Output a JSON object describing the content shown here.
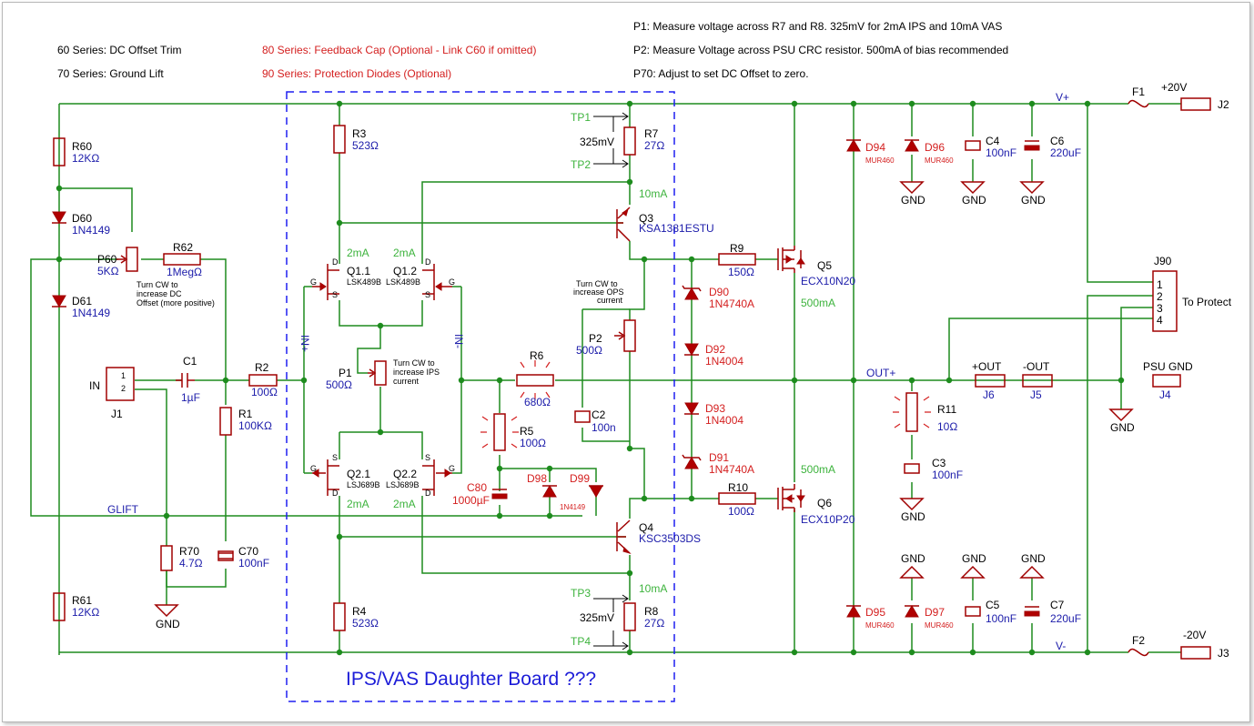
{
  "notes": {
    "series_60": "60 Series:  DC Offset Trim",
    "series_70": "70 Series:  Ground Lift",
    "series_80": "80 Series:  Feedback Cap (Optional - Link C60 if omitted)",
    "series_90": "90 Series:  Protection Diodes (Optional)",
    "p1_note": "P1: Measure voltage across R7 and R8.  325mV for 2mA IPS and 10mA VAS",
    "p2_note": "P2: Measure Voltage across PSU CRC resistor.  500mA of bias recommended",
    "p70_note": "P70: Adjust to set DC Offset to zero."
  },
  "board_title": "IPS/VAS Daughter Board ???",
  "components": {
    "R60": {
      "ref": "R60",
      "value": "12KΩ"
    },
    "D60": {
      "ref": "D60",
      "value": "1N4149"
    },
    "P60": {
      "ref": "P60",
      "value": "5KΩ",
      "note1": "Turn CW to",
      "note2": "increase DC",
      "note3": "Offset (more positive)"
    },
    "R62": {
      "ref": "R62",
      "value": "1MegΩ"
    },
    "D61": {
      "ref": "D61",
      "value": "1N4149"
    },
    "R61": {
      "ref": "R61",
      "value": "12KΩ"
    },
    "J1": {
      "ref": "J1",
      "label": "IN",
      "pin1": "1",
      "pin2": "2"
    },
    "C1": {
      "ref": "C1",
      "value": "1µF"
    },
    "R2": {
      "ref": "R2",
      "value": "100Ω"
    },
    "R1": {
      "ref": "R1",
      "value": "100KΩ"
    },
    "R70": {
      "ref": "R70",
      "value": "4.7Ω"
    },
    "C70": {
      "ref": "C70",
      "value": "100nF"
    },
    "R3": {
      "ref": "R3",
      "value": "523Ω"
    },
    "R4": {
      "ref": "R4",
      "value": "523Ω"
    },
    "Q11": {
      "ref": "Q1.1",
      "part": "LSK489B",
      "current": "2mA"
    },
    "Q12": {
      "ref": "Q1.2",
      "part": "LSK489B",
      "current": "2mA"
    },
    "Q21": {
      "ref": "Q2.1",
      "part": "LSJ689B",
      "current": "2mA"
    },
    "Q22": {
      "ref": "Q2.2",
      "part": "LSJ689B",
      "current": "2mA"
    },
    "P1": {
      "ref": "P1",
      "value": "500Ω",
      "note1": "Turn CW to",
      "note2": "increase IPS",
      "note3": "current"
    },
    "R6": {
      "ref": "R6",
      "value": "680Ω"
    },
    "R5": {
      "ref": "R5",
      "value": "100Ω"
    },
    "C80": {
      "ref": "C80",
      "value": "1000µF"
    },
    "D98": {
      "ref": "D98"
    },
    "D99": {
      "ref": "D99",
      "value": "1N4149"
    },
    "R7": {
      "ref": "R7",
      "value": "27Ω"
    },
    "R8": {
      "ref": "R8",
      "value": "27Ω"
    },
    "Q3": {
      "ref": "Q3",
      "part": "KSA1381ESTU",
      "current": "10mA"
    },
    "Q4": {
      "ref": "Q4",
      "part": "KSC3503DS",
      "current": "10mA"
    },
    "P2": {
      "ref": "P2",
      "value": "500Ω",
      "note1": "Turn CW to",
      "note2": "increase OPS",
      "note3": "current"
    },
    "C2": {
      "ref": "C2",
      "value": "100n"
    },
    "R9": {
      "ref": "R9",
      "value": "150Ω"
    },
    "R10": {
      "ref": "R10",
      "value": "100Ω"
    },
    "Q5": {
      "ref": "Q5",
      "part": "ECX10N20",
      "current": "500mA"
    },
    "Q6": {
      "ref": "Q6",
      "part": "ECX10P20",
      "current": "500mA"
    },
    "D90": {
      "ref": "D90",
      "value": "1N4740A"
    },
    "D92": {
      "ref": "D92",
      "value": "1N4004"
    },
    "D93": {
      "ref": "D93",
      "value": "1N4004"
    },
    "D91": {
      "ref": "D91",
      "value": "1N4740A"
    },
    "D94": {
      "ref": "D94",
      "value": "MUR460"
    },
    "D95": {
      "ref": "D95",
      "value": "MUR460"
    },
    "D96": {
      "ref": "D96",
      "value": "MUR460"
    },
    "D97": {
      "ref": "D97",
      "value": "MUR460"
    },
    "C4": {
      "ref": "C4",
      "value": "100nF"
    },
    "C5": {
      "ref": "C5",
      "value": "100nF"
    },
    "C6": {
      "ref": "C6",
      "value": "220uF"
    },
    "C7": {
      "ref": "C7",
      "value": "220uF"
    },
    "R11": {
      "ref": "R11",
      "value": "10Ω"
    },
    "C3": {
      "ref": "C3",
      "value": "100nF"
    },
    "F1": {
      "ref": "F1"
    },
    "F2": {
      "ref": "F2"
    },
    "J2": {
      "ref": "J2",
      "label": "+20V"
    },
    "J3": {
      "ref": "J3",
      "label": "-20V"
    },
    "J6": {
      "ref": "J6",
      "label": "+OUT"
    },
    "J5": {
      "ref": "J5",
      "label": "-OUT"
    },
    "J4": {
      "ref": "J4",
      "label": "PSU GND"
    },
    "J90": {
      "ref": "J90",
      "label": "To Protect",
      "pins": [
        "1",
        "2",
        "3",
        "4"
      ]
    }
  },
  "nets": {
    "tp1": "TP1",
    "tp2": "TP2",
    "tp3": "TP3",
    "tp4": "TP4",
    "mv_top": "325mV",
    "mv_bot": "325mV",
    "vplus": "V+",
    "vminus": "V-",
    "outplus": "OUT+",
    "glift": "GLIFT",
    "gnd": "GND",
    "in_plus": "IN+",
    "in_minus": "IN-",
    "pin_g": "G",
    "pin_d": "D",
    "pin_s": "S"
  }
}
